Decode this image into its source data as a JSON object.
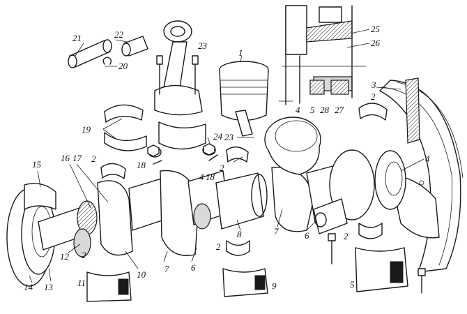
{
  "callouts": [
    {
      "id": "c1",
      "text": "1"
    },
    {
      "id": "c2a",
      "text": "2"
    },
    {
      "id": "c2b",
      "text": "2"
    },
    {
      "id": "c2c",
      "text": "2"
    },
    {
      "id": "c2d",
      "text": "2"
    },
    {
      "id": "c2e",
      "text": "2"
    },
    {
      "id": "c2f",
      "text": "2"
    },
    {
      "id": "c3",
      "text": "3"
    },
    {
      "id": "c4a",
      "text": "4"
    },
    {
      "id": "c4b",
      "text": "4"
    },
    {
      "id": "c4c",
      "text": "4"
    },
    {
      "id": "c5a",
      "text": "5"
    },
    {
      "id": "c5b",
      "text": "5"
    },
    {
      "id": "c6a",
      "text": "6"
    },
    {
      "id": "c6b",
      "text": "6"
    },
    {
      "id": "c7a",
      "text": "7"
    },
    {
      "id": "c7b",
      "text": "7"
    },
    {
      "id": "c8",
      "text": "8"
    },
    {
      "id": "c9",
      "text": "9"
    },
    {
      "id": "c10",
      "text": "10"
    },
    {
      "id": "c11",
      "text": "11"
    },
    {
      "id": "c12",
      "text": "12"
    },
    {
      "id": "c13",
      "text": "13"
    },
    {
      "id": "c14",
      "text": "14"
    },
    {
      "id": "c15",
      "text": "15"
    },
    {
      "id": "c16",
      "text": "16"
    },
    {
      "id": "c17",
      "text": "17"
    },
    {
      "id": "c18a",
      "text": "18"
    },
    {
      "id": "c18b",
      "text": "18"
    },
    {
      "id": "c19",
      "text": "19"
    },
    {
      "id": "c20",
      "text": "20"
    },
    {
      "id": "c21",
      "text": "21"
    },
    {
      "id": "c22",
      "text": "22"
    },
    {
      "id": "c23a",
      "text": "23"
    },
    {
      "id": "c23b",
      "text": "23"
    },
    {
      "id": "c24",
      "text": "24"
    },
    {
      "id": "c25",
      "text": "25"
    },
    {
      "id": "c26",
      "text": "26"
    },
    {
      "id": "c27",
      "text": "27"
    },
    {
      "id": "c28",
      "text": "28"
    }
  ]
}
